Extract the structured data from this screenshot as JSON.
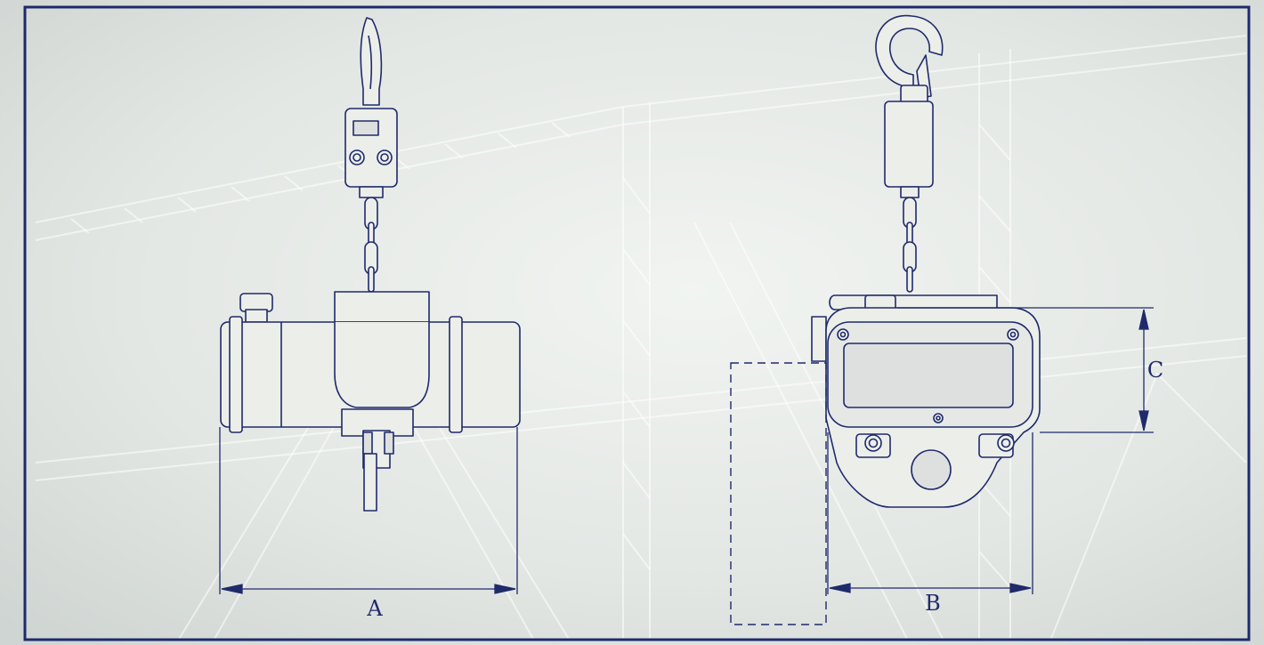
{
  "colors": {
    "frame": "#1f2a6b",
    "line": "#1f2a6b",
    "fill_light": "#eceeea",
    "fill_mid": "#dde0de",
    "background": "#e4e8e5",
    "grid": "#ffffff"
  },
  "labels": {
    "A": "A",
    "B": "B",
    "C": "C"
  }
}
